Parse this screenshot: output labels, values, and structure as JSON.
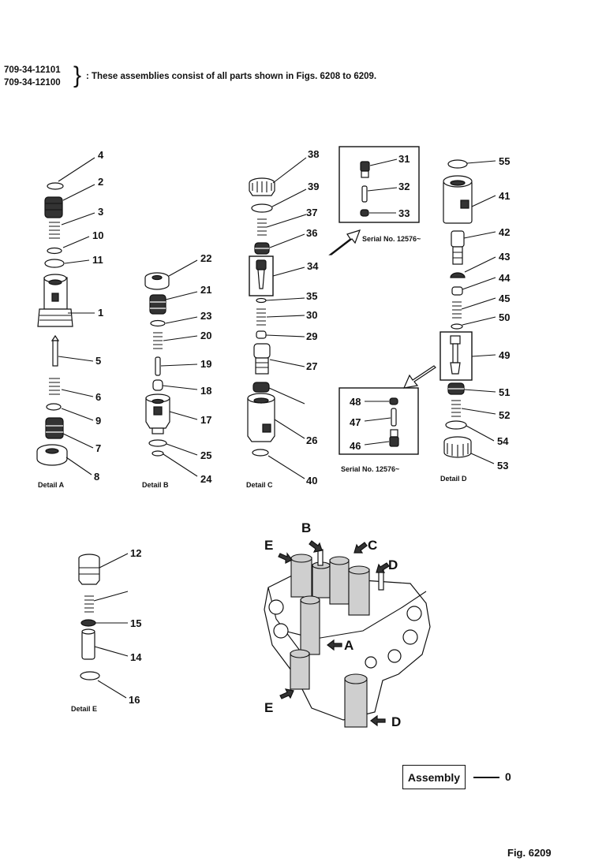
{
  "header": {
    "part_numbers": [
      "709-34-12101",
      "709-34-12100"
    ],
    "description": ": These assemblies consist of all parts shown in Figs. 6208 to 6209."
  },
  "details": {
    "a": "Detail A",
    "b": "Detail B",
    "c": "Detail C",
    "d": "Detail D",
    "e": "Detail E"
  },
  "serial": {
    "upper": "Serial No. 12576~",
    "lower": "Serial No. 12576~"
  },
  "callouts": {
    "c1": "1",
    "c2": "2",
    "c3": "3",
    "c4": "4",
    "c5": "5",
    "c6": "6",
    "c7": "7",
    "c8": "8",
    "c9": "9",
    "c10": "10",
    "c11": "11",
    "c12": "12",
    "c14": "14",
    "c15": "15",
    "c16": "16",
    "c17": "17",
    "c18": "18",
    "c19": "19",
    "c20": "20",
    "c21": "21",
    "c22": "22",
    "c23": "23",
    "c24": "24",
    "c25": "25",
    "c26": "26",
    "c27": "27",
    "c29": "29",
    "c30": "30",
    "c31": "31",
    "c32": "32",
    "c33": "33",
    "c34": "34",
    "c35": "35",
    "c36": "36",
    "c37": "37",
    "c38": "38",
    "c39": "39",
    "c40": "40",
    "c41": "41",
    "c42": "42",
    "c43": "43",
    "c44": "44",
    "c45": "45",
    "c46": "46",
    "c47": "47",
    "c48": "48",
    "c49": "49",
    "c50": "50",
    "c51": "51",
    "c52": "52",
    "c53": "53",
    "c54": "54",
    "c55": "55"
  },
  "valve_labels": {
    "a": "A",
    "b": "B",
    "c": "C",
    "d1": "D",
    "d2": "D",
    "e1": "E",
    "e2": "E"
  },
  "assembly": {
    "label": "Assembly",
    "number": "0"
  },
  "figure": "Fig. 6209"
}
